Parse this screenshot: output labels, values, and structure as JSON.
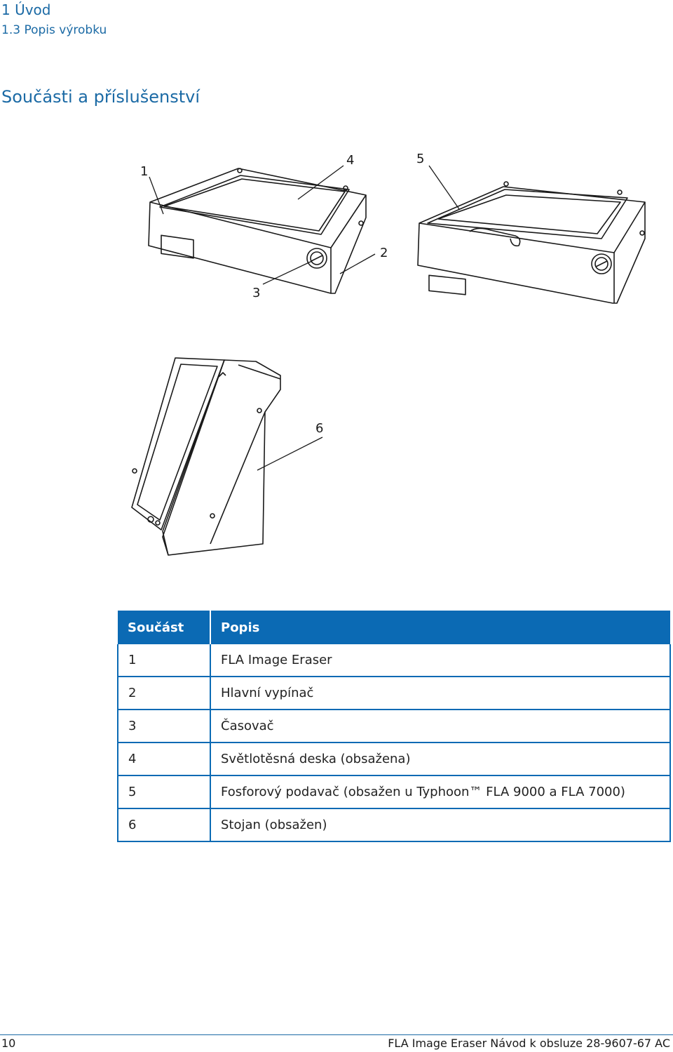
{
  "header": {
    "chapter": "1  Úvod",
    "section": "1.3  Popis výrobku"
  },
  "title": "Součásti a příslušenství",
  "figure": {
    "callouts": [
      "1",
      "2",
      "3",
      "4",
      "5",
      "6"
    ]
  },
  "table": {
    "headers": [
      "Součást",
      "Popis"
    ],
    "rows": [
      [
        "1",
        "FLA Image Eraser"
      ],
      [
        "2",
        "Hlavní vypínač"
      ],
      [
        "3",
        "Časovač"
      ],
      [
        "4",
        "Světlotěsná deska (obsažena)"
      ],
      [
        "5",
        "Fosforový podavač (obsažen u Typhoon™ FLA 9000 a FLA 7000)"
      ],
      [
        "6",
        "Stojan (obsažen)"
      ]
    ]
  },
  "footer": {
    "page": "10",
    "doc": "FLA Image Eraser Návod k obsluze 28-9607-67 AC"
  }
}
